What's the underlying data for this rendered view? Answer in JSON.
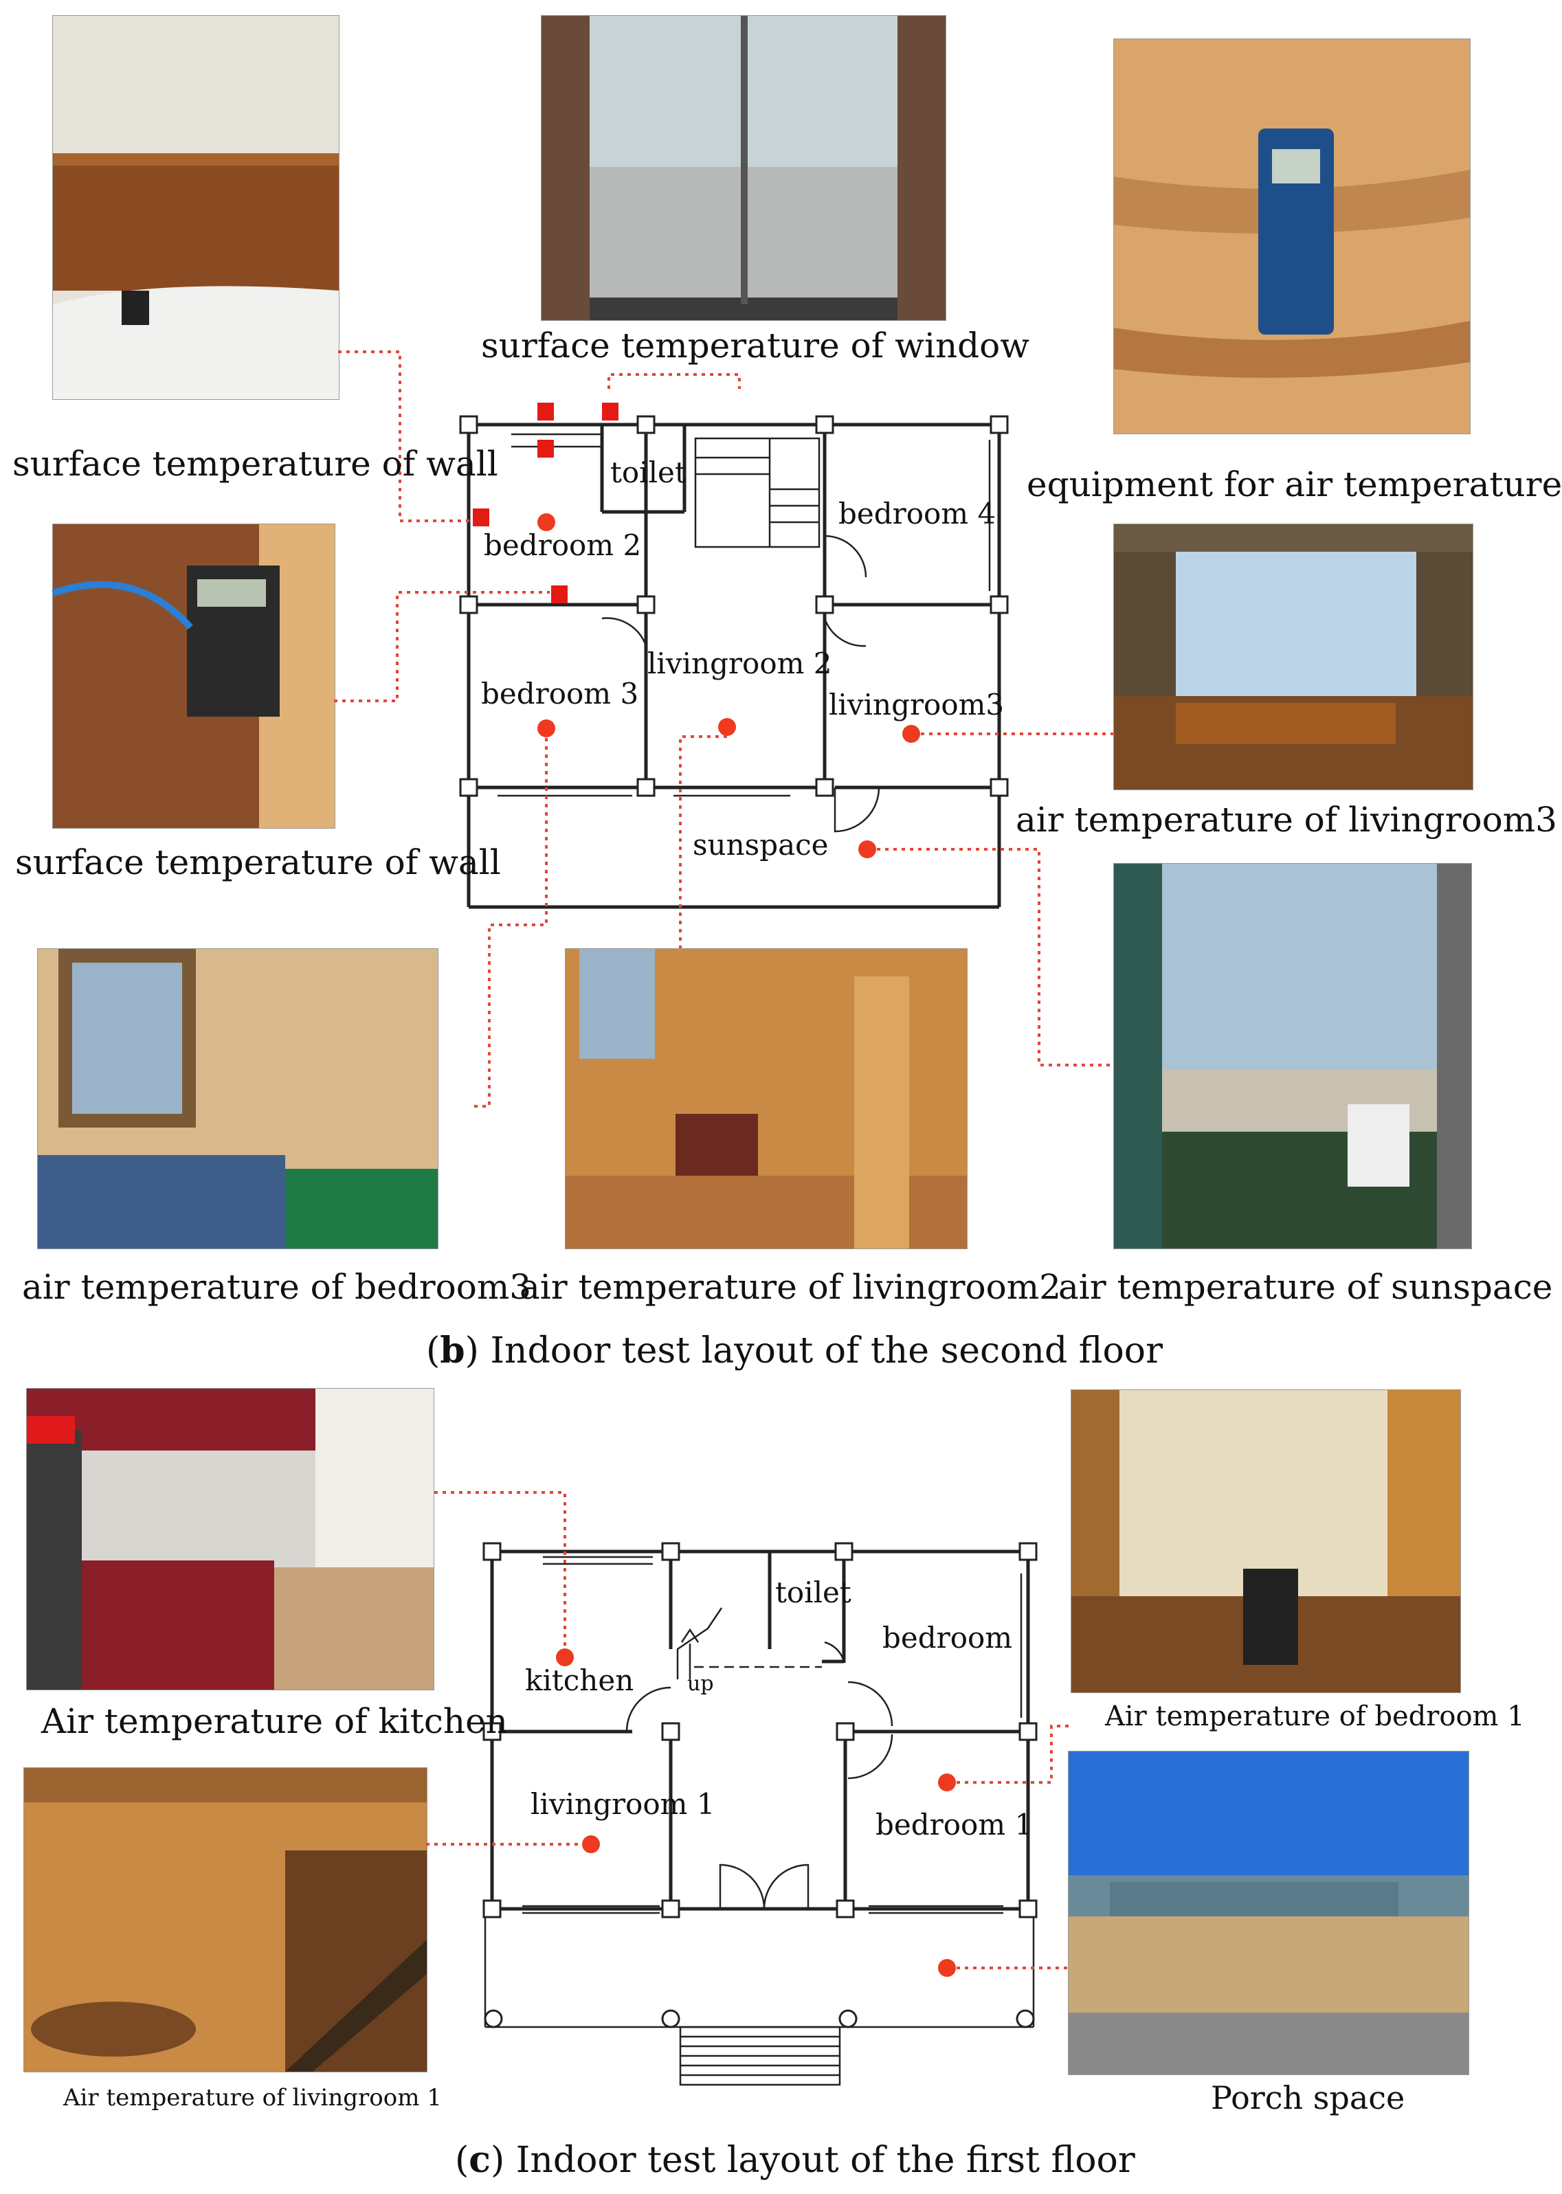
{
  "floor2": {
    "caption_letter": "b",
    "caption_text": ") Indoor test layout of the second floor",
    "labels": {
      "surface_wall_1": "surface temperature of wall",
      "surface_window": "surface temperature of window",
      "equipment": "equipment for air temperature",
      "surface_wall_2": "surface temperature of wall",
      "air_livingroom3": "air temperature of livingroom3",
      "air_bedroom3": "air temperature of bedroom3",
      "air_livingroom2": "air temperature of livingroom2",
      "air_sunspace": "air temperature of sunspace"
    },
    "rooms": {
      "toilet": "toilet",
      "bedroom4": "bedroom 4",
      "bedroom2": "bedroom 2",
      "livingroom2": "livingroom 2",
      "bedroom3": "bedroom 3",
      "livingroom3": "livingroom3",
      "sunspace": "sunspace"
    }
  },
  "floor1": {
    "caption_letter": "c",
    "caption_text": ") Indoor test layout of the first floor",
    "labels": {
      "air_kitchen": "Air temperature of kitchen",
      "air_bedroom1": "Air temperature of bedroom 1",
      "air_livingroom1": "Air temperature of livingroom 1",
      "porch": "Porch space"
    },
    "rooms": {
      "toilet": "toilet",
      "bedroom": "bedroom",
      "kitchen": "kitchen",
      "up": "up",
      "livingroom1": "livingroom 1",
      "bedroom1": "bedroom 1"
    }
  },
  "colors": {
    "sensor_dot": "#ee3a1f",
    "wall_sensor": "#e41b14",
    "leader_line": "#e0483a"
  }
}
